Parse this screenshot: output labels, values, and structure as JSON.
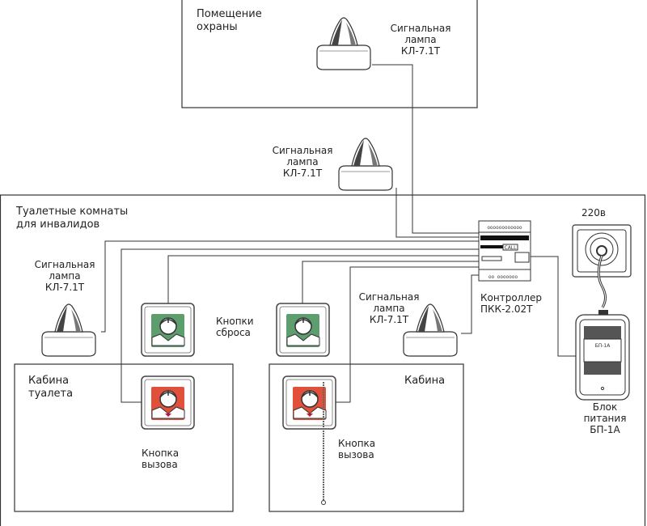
{
  "guard_room": {
    "title_line1": "Помещение",
    "title_line2": "охраны"
  },
  "lamp_label": {
    "line1": "Сигнальная",
    "line2": "лампа",
    "line3": "КЛ-7.1Т"
  },
  "toilet_area": {
    "title_line1": "Туалетные комнаты",
    "title_line2": "для инвалидов"
  },
  "cabin_left": {
    "title_line1": "Кабина",
    "title_line2": "туалета"
  },
  "cabin_right": {
    "title": "Кабина"
  },
  "reset_buttons": {
    "line1": "Кнопки",
    "line2": "сброса"
  },
  "call_button": {
    "line1": "Кнопка",
    "line2": "вызова"
  },
  "controller": {
    "line1": "Контроллер",
    "line2": "ПКК-2.02Т",
    "display_text": "CALL"
  },
  "socket": {
    "voltage": "220в"
  },
  "power_supply": {
    "line1": "Блок",
    "line2": "питания",
    "line3": "БП-1А",
    "device_label": "БП-1А"
  },
  "colors": {
    "reset_green": "#5e9e6e",
    "call_red": "#e0503a",
    "line": "#333333"
  }
}
